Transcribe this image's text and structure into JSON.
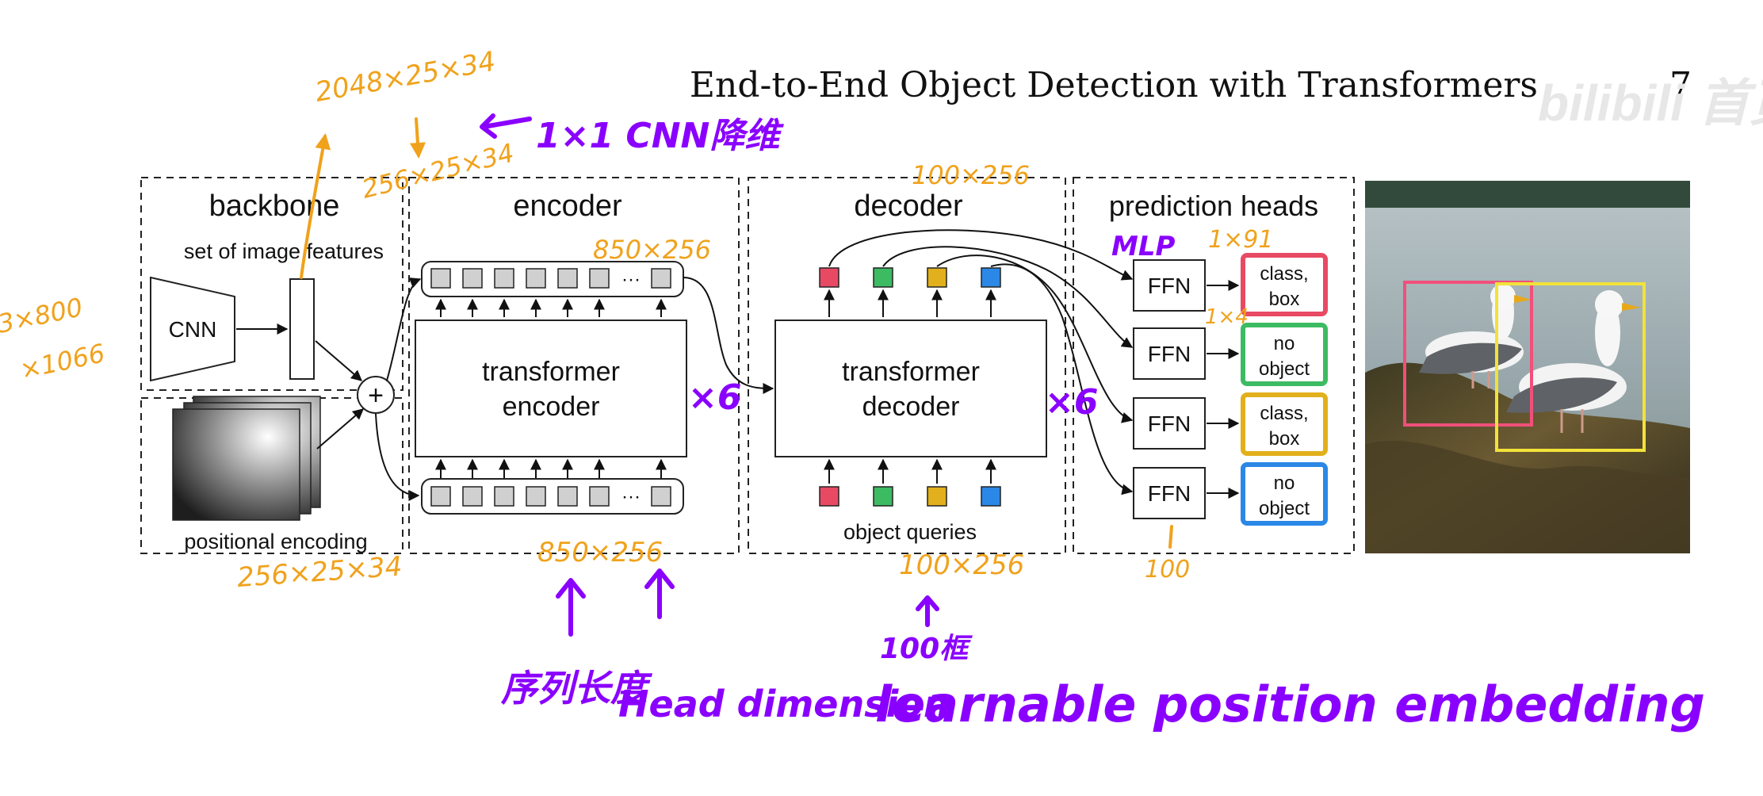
{
  "page": {
    "title": "End-to-End Object Detection with Transformers",
    "page_number": "7",
    "watermark": "bilibili"
  },
  "diagram": {
    "backbone": {
      "title": "backbone",
      "features_label": "set of image features",
      "cnn_label": "CNN",
      "positional_label": "positional encoding",
      "plus": "+"
    },
    "encoder": {
      "title": "encoder",
      "block_line1": "transformer",
      "block_line2": "encoder",
      "ellipsis": "···"
    },
    "decoder": {
      "title": "decoder",
      "block_line1": "transformer",
      "block_line2": "decoder",
      "queries_label": "object queries",
      "query_colors": [
        "#e84a64",
        "#3dbb62",
        "#e2b01c",
        "#2b88e6"
      ]
    },
    "heads": {
      "title": "prediction heads",
      "ffn_label": "FFN",
      "outputs": [
        {
          "line1": "class,",
          "line2": "box",
          "color": "#e84a64"
        },
        {
          "line1": "no",
          "line2": "object",
          "color": "#3dbb62"
        },
        {
          "line1": "class,",
          "line2": "box",
          "color": "#e2b01c"
        },
        {
          "line1": "no",
          "line2": "object",
          "color": "#2b88e6"
        }
      ]
    },
    "photo": {
      "box_colors": [
        "#f0507a",
        "#f2e23a"
      ]
    }
  },
  "annotations": {
    "orange": {
      "backbone_out": "2048×25×34",
      "reduced": "256×25×34",
      "input": "3×800",
      "input2": "×1066",
      "pos": "256×25×34",
      "enc_top": "850×256",
      "enc_bottom": "850×256",
      "dec_top": "100×256",
      "dec_bottom": "100×256",
      "cls": "1×91",
      "box": "1×4",
      "count": "100"
    },
    "purple": {
      "conv": "1×1 CNN降维",
      "mlp": "MLP",
      "x6_enc": "×6",
      "x6_dec": "×6",
      "seq_len": "序列长度",
      "head_dim": "Head dimension",
      "hundred_boxes": "100框",
      "learnable": "learnable position embedding"
    }
  }
}
